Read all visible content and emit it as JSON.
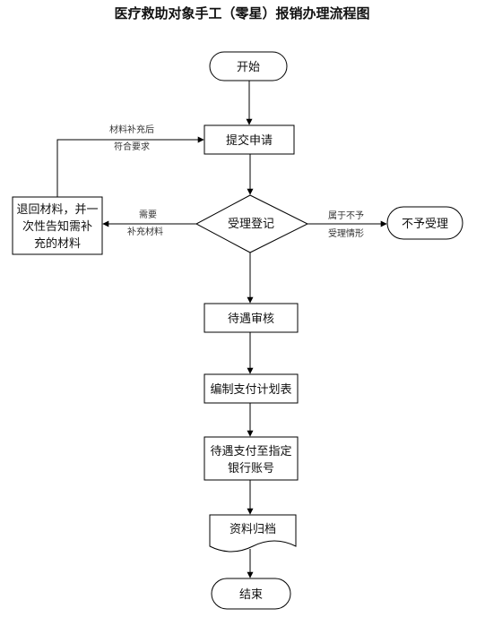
{
  "title": "医疗救助对象手工（零星）报销办理流程图",
  "nodes": {
    "start": "开始",
    "submit": "提交申请",
    "register": "受理登记",
    "reject": "不予受理",
    "return_line1": "退回材料，并一",
    "return_line2": "次性告知需补",
    "return_line3": "充的材料",
    "review": "待遇审核",
    "plan": "编制支付计划表",
    "pay_line1": "待遇支付至指定",
    "pay_line2": "银行账号",
    "archive": "资料归档",
    "end": "结束"
  },
  "edges": {
    "supplement_line1": "材料补充后",
    "supplement_line2": "符合要求",
    "need_line1": "需要",
    "need_line2": "补充材料",
    "reject_line1": "属于不予",
    "reject_line2": "受理情形"
  }
}
